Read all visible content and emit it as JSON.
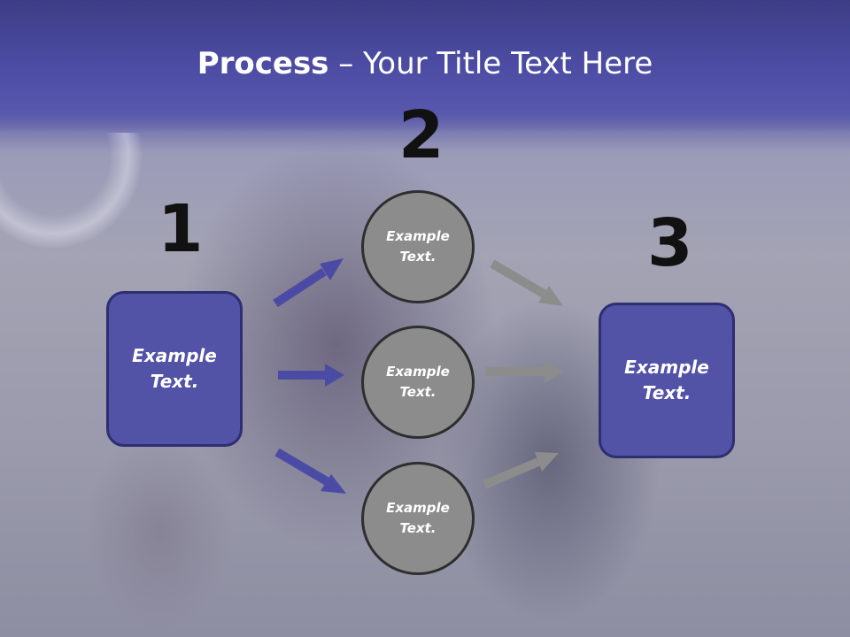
{
  "slide": {
    "title_bold": "Process",
    "title_rest": " – Your Title Text Here",
    "steps": [
      {
        "number": "1",
        "box_text": [
          "Example",
          "Text."
        ]
      },
      {
        "number": "2",
        "circles": [
          [
            "Example",
            "Text."
          ],
          [
            "Example",
            "Text."
          ],
          [
            "Example",
            "Text."
          ]
        ]
      },
      {
        "number": "3",
        "box_text": [
          "Example",
          "Text."
        ]
      }
    ]
  },
  "colors": {
    "header_blue": "#4c4ca4",
    "box_fill": "#5252a6",
    "box_border": "#2e2e72",
    "circle_fill": "#8c8c8c",
    "arrow_blue": "#4b4ba6",
    "arrow_gray": "#8c8c8c"
  }
}
